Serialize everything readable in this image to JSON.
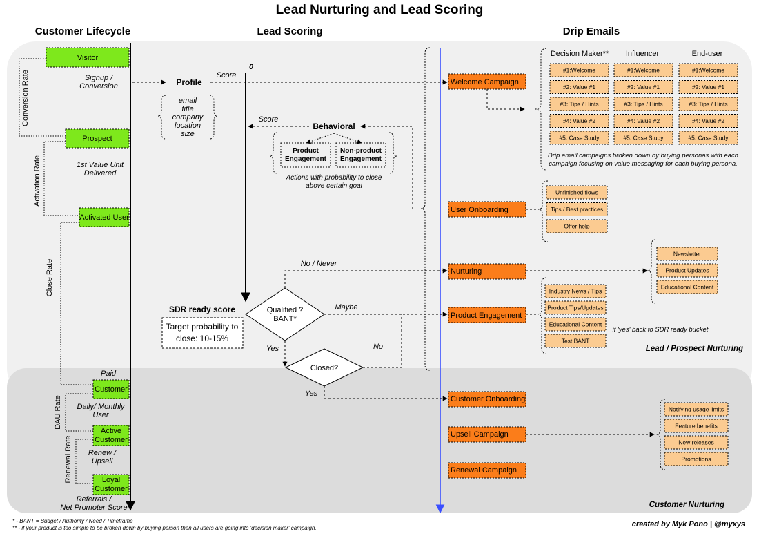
{
  "title": "Lead Nurturing and Lead Scoring",
  "columns": {
    "lifecycle": "Customer Lifecycle",
    "scoring": "Lead Scoring",
    "drip": "Drip Emails"
  },
  "lifecycle": {
    "visitor": "Visitor",
    "prospect": "Prospect",
    "activated": "Activated User",
    "customer": "Customer",
    "active_customer": [
      "Active",
      "Customer"
    ],
    "loyal_customer": [
      "Loyal",
      "Customer"
    ],
    "signup": [
      "Signup /",
      "Conversion"
    ],
    "value_unit": [
      "1st Value Unit",
      "Delivered"
    ],
    "paid": "Paid",
    "daily_monthly": [
      "Daily/ Monthly",
      "User"
    ],
    "renew": [
      "Renew /",
      "Upsell"
    ],
    "referrals": [
      "Referrals /",
      "Net Promoter Score"
    ],
    "rates": {
      "conversion": "Conversion Rate",
      "activation": "Activation Rate",
      "close": "Close Rate",
      "dau": "DAU Rate",
      "renewal": "Renewal Rate"
    }
  },
  "scoring": {
    "profile": "Profile",
    "score_label": "Score",
    "zero": "0",
    "profile_items": [
      "email",
      "title",
      "company",
      "location",
      "size"
    ],
    "behavioral": "Behavioral",
    "product_engagement": [
      "Product",
      "Engagement"
    ],
    "nonproduct_engagement": [
      "Non-product",
      "Engagement"
    ],
    "actions_note": [
      "Actions with probability to close",
      "above certain goal"
    ],
    "sdr_title": "SDR ready score",
    "sdr_text": [
      "Target probability to",
      "close: 10-15%"
    ],
    "qualified": [
      "Qualified ?",
      "BANT*"
    ],
    "closed": "Closed?",
    "no_never": "No / Never",
    "maybe": "Maybe",
    "yes": "Yes",
    "no": "No"
  },
  "drip": {
    "welcome": "Welcome Campaign",
    "onboarding": "User Onboarding",
    "nurturing": "Nurturing",
    "product_engagement": "Product Engagement",
    "customer_onboarding": "Customer Onboarding",
    "upsell": "Upsell Campaign",
    "renewal": "Renewal Campaign",
    "personas": [
      "Decision Maker**",
      "Influencer",
      "End-user"
    ],
    "persona_emails": [
      "#1:Welcome",
      "#2: Value #1",
      "#3: Tips / Hints",
      "#4: Value #2",
      "#5: Case Study"
    ],
    "persona_note": [
      "Drip email campaigns broken down by buying personas with each",
      "campaign focusing on value messaging for each buying persona."
    ],
    "onboarding_items": [
      "Unfinished flows",
      "Tips / Best practices",
      "Offer help"
    ],
    "nurturing_items": [
      "Newsletter",
      "Product Updates",
      "Educational Content"
    ],
    "engagement_items": [
      "Industry News / Tips",
      "Product Tips/Updates",
      "Educational Content",
      "Test BANT"
    ],
    "if_yes_note": "if 'yes' back to SDR ready bucket",
    "upsell_items": [
      "Notifying usage limits",
      "Feature benefits",
      "New releases",
      "Promotions"
    ]
  },
  "sections": {
    "lead_nurturing": "Lead / Prospect Nurturing",
    "customer_nurturing": "Customer Nurturing"
  },
  "footnotes": [
    "* - BANT = Budget / Authority / Need / Timeframe",
    "** - if your product is too simple to be broken down by buying person then all users are going into 'decision maker' campaign."
  ],
  "credit": "created by Myk Pono | @myxys",
  "colors": {
    "green": "#7ee81c",
    "orange": "#fb7d1a",
    "peach": "#fbcb91",
    "blue": "#3a4fff",
    "panel_light": "#f0f0f0",
    "panel_dark": "#dcdcdc"
  }
}
